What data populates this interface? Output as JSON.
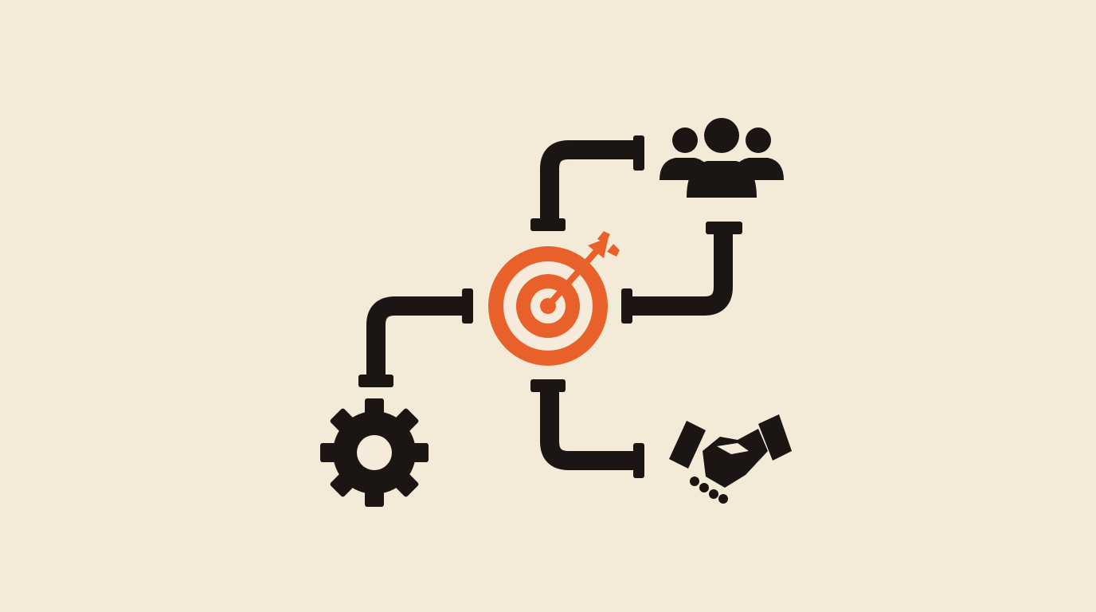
{
  "colors": {
    "background": "#f4ead8",
    "ink": "#1b1613",
    "accent": "#e8612a",
    "ring_light": "#f6eadb"
  },
  "diagram": {
    "center_icon": "target-with-arrow-icon",
    "nodes": [
      {
        "name": "people-group",
        "icon": "people-group-icon",
        "position": "top-right"
      },
      {
        "name": "gear",
        "icon": "gear-icon",
        "position": "bottom-left"
      },
      {
        "name": "handshake",
        "icon": "handshake-icon",
        "position": "bottom-right"
      }
    ],
    "connectors": [
      {
        "from": "target",
        "to": "people-group",
        "style": "pipe"
      },
      {
        "from": "target",
        "to": "people-group",
        "style": "pipe"
      },
      {
        "from": "target",
        "to": "gear",
        "style": "pipe"
      },
      {
        "from": "target",
        "to": "handshake",
        "style": "pipe"
      }
    ]
  }
}
